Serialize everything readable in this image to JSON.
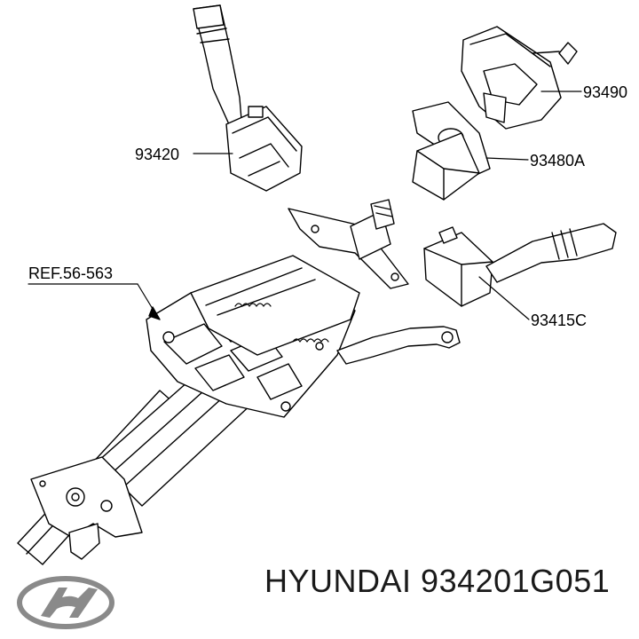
{
  "callouts": {
    "ref": "REF.56-563",
    "p93420": "93420",
    "p93490": "93490",
    "p93480a": "93480A",
    "p93415c": "93415C"
  },
  "caption": {
    "brand": "HYUNDAI",
    "part_number": "934201G051"
  },
  "logo": {
    "icon": "hyundai-logo-icon",
    "color": "#8a8a8a"
  },
  "colors": {
    "line": "#000000",
    "background": "#ffffff"
  }
}
